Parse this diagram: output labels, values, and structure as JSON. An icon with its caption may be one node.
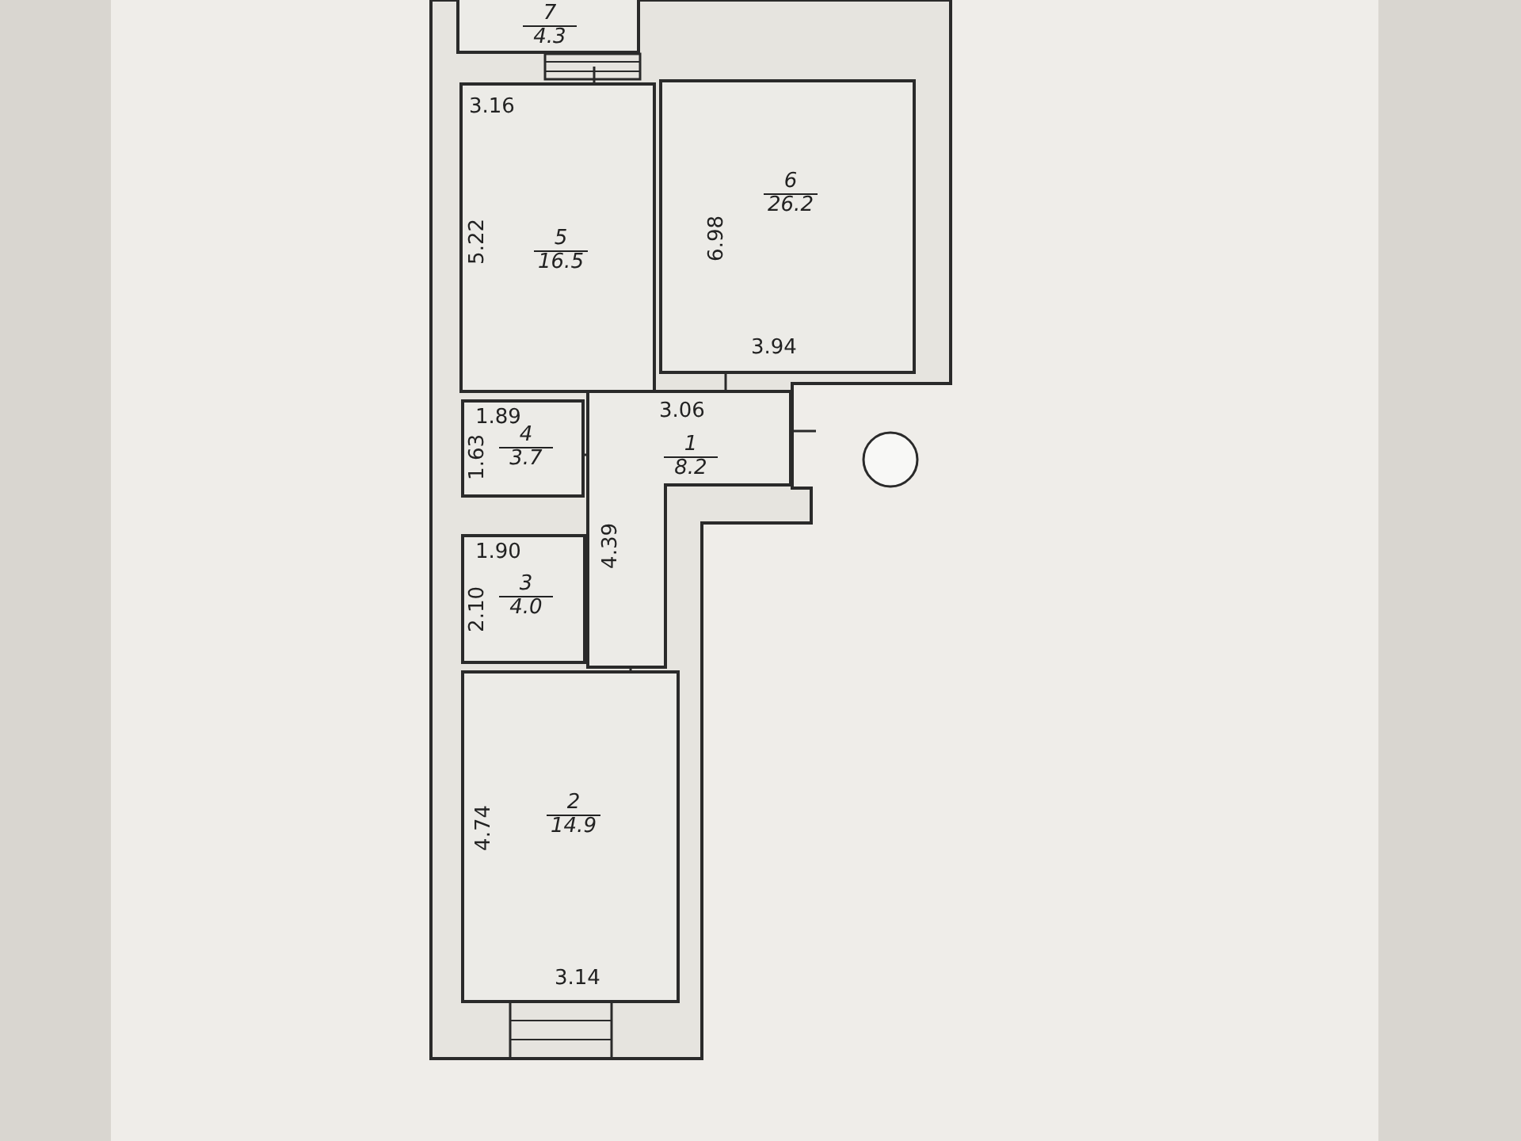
{
  "diagram": {
    "nodes": [
      {
        "text": [
          "7",
          "4.3"
        ]
      },
      {
        "text": [
          "6",
          "26.2"
        ]
      },
      {
        "text": [
          "5",
          "16.5"
        ]
      },
      {
        "text": [
          "4",
          "3.7"
        ]
      },
      {
        "text": [
          "1",
          "8.2"
        ]
      },
      {
        "text": [
          "3",
          "4.0"
        ]
      },
      {
        "text": [
          "2",
          "14.9"
        ]
      }
    ],
    "labels": [
      "3.16",
      "6.98",
      "5.22",
      "3.94",
      "1.89",
      "3.06",
      "1.63",
      "1.90",
      "4.39",
      "2.10",
      "4.74",
      "3.14"
    ]
  }
}
